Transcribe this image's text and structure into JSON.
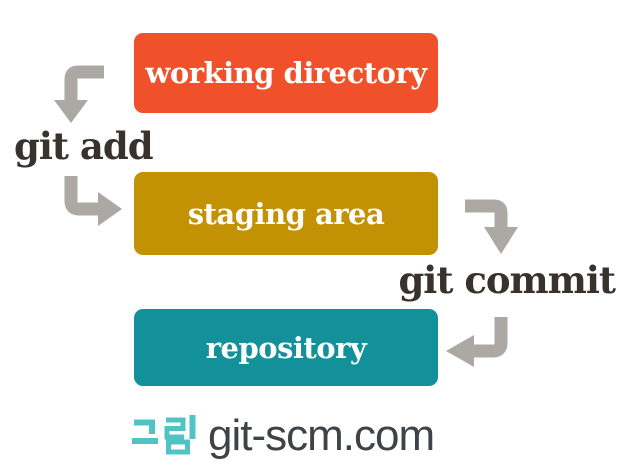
{
  "diagram": {
    "nodes": [
      {
        "id": "working-directory",
        "label": "working directory",
        "color": "#F0512B"
      },
      {
        "id": "staging-area",
        "label": "staging area",
        "color": "#C29204"
      },
      {
        "id": "repository",
        "label": "repository",
        "color": "#12919B"
      }
    ],
    "edges": [
      {
        "label": "git add",
        "from": "working-directory",
        "to": "staging-area"
      },
      {
        "label": "git commit",
        "from": "staging-area",
        "to": "repository"
      }
    ],
    "arrow_color": "#ACA8A3",
    "edge_label_color": "#38322D",
    "node_text_color": "#FFFFFF"
  },
  "caption": {
    "figure_label": "그림",
    "figure_label_color": "#50C4C4",
    "source": "git-scm.com",
    "source_color": "#3D4347"
  }
}
